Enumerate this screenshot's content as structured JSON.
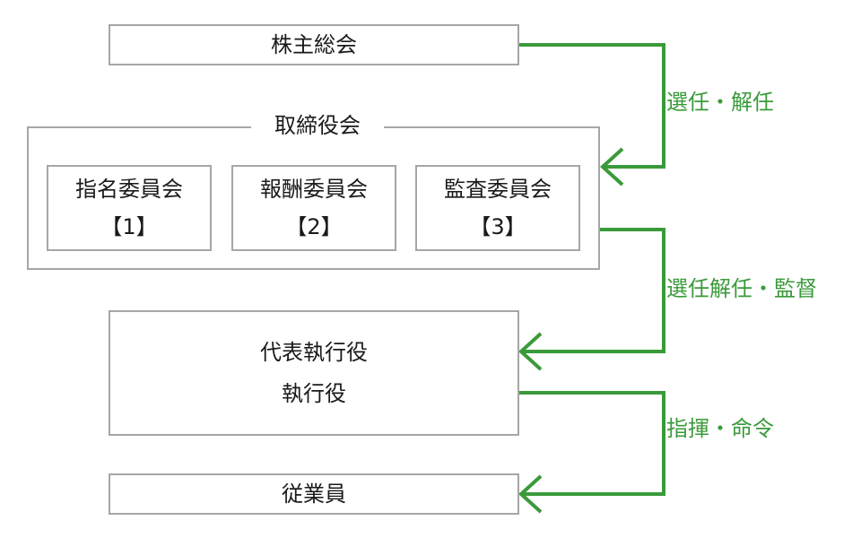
{
  "colors": {
    "box_border": "#a6a6a6",
    "arrow": "#3a9a3a",
    "text": "#1a1a1a"
  },
  "shareholders_meeting": "株主総会",
  "board": {
    "title": "取締役会",
    "committees": [
      {
        "name": "指名委員会",
        "note": "【1】"
      },
      {
        "name": "報酬委員会",
        "note": "【2】"
      },
      {
        "name": "監査委員会",
        "note": "【3】"
      }
    ]
  },
  "executives": {
    "line1": "代表執行役",
    "line2": "執行役"
  },
  "employees": "従業員",
  "relations": {
    "appoint_dismiss": "選任・解任",
    "appoint_dismiss_supervise": "選任解任・監督",
    "command": "指揮・命令"
  }
}
